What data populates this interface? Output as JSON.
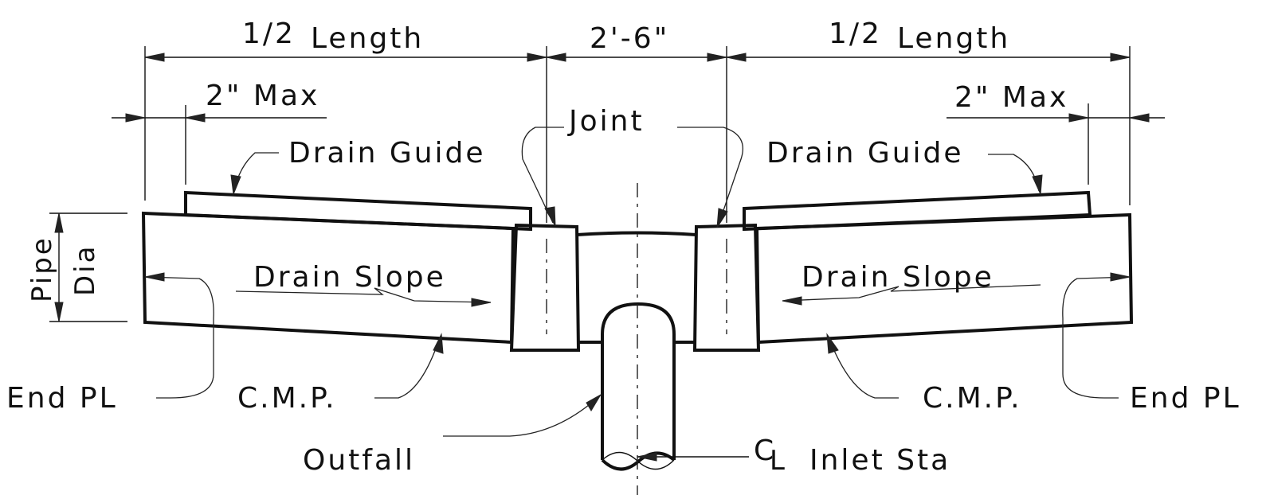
{
  "dimensions": {
    "half_length_fraction": "1/2",
    "half_length_word": "Length",
    "center_width": "2'-6\"",
    "max_gap": "2\" Max"
  },
  "labels": {
    "joint": "Joint",
    "drain_guide": "Drain Guide",
    "drain_slope": "Drain Slope",
    "pipe": "Pipe",
    "dia": "Dia",
    "end_pl": "End PL",
    "cmp": "C.M.P.",
    "outfall": "Outfall",
    "cl_symbol": "C",
    "cl_subscript": "L",
    "inlet_sta": "Inlet Sta"
  }
}
